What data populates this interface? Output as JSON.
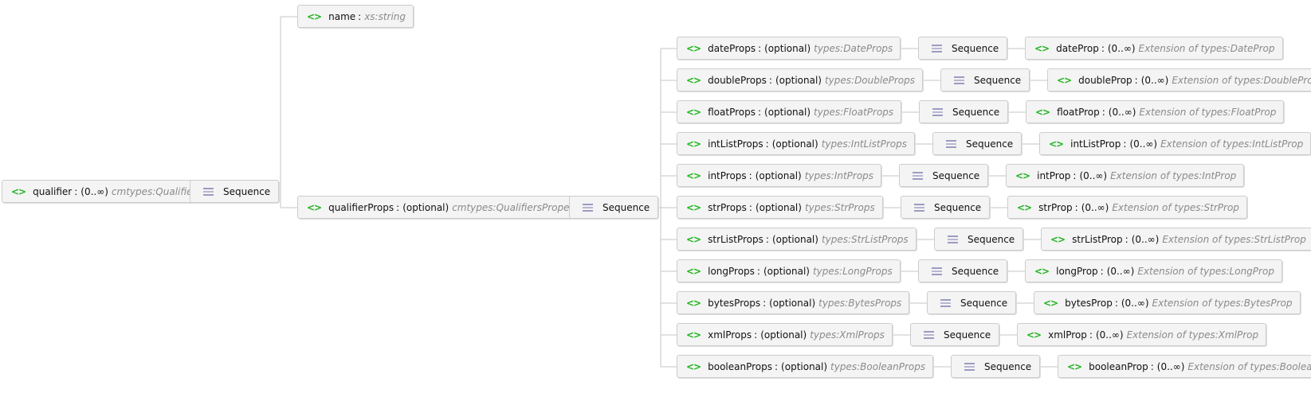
{
  "root": {
    "name": "qualifier",
    "cardinality": "(0..∞)",
    "type": "cmtypes:Qualifier"
  },
  "root_sequence": "Sequence",
  "name_element": {
    "name": "name",
    "cardinality": "",
    "type": "xs:string"
  },
  "props_element": {
    "name": "qualifierProps",
    "cardinality": "(optional)",
    "type": "cmtypes:QualifiersProperties"
  },
  "props_sequence": "Sequence",
  "separator": ":",
  "rows": [
    {
      "props": {
        "name": "dateProps",
        "cardinality": "(optional)",
        "type": "types:DateProps"
      },
      "sequence": "Sequence",
      "child": {
        "name": "dateProp",
        "cardinality": "(0..∞)",
        "type": "Extension of types:DateProp"
      }
    },
    {
      "props": {
        "name": "doubleProps",
        "cardinality": "(optional)",
        "type": "types:DoubleProps"
      },
      "sequence": "Sequence",
      "child": {
        "name": "doubleProp",
        "cardinality": "(0..∞)",
        "type": "Extension of types:DoubleProp"
      }
    },
    {
      "props": {
        "name": "floatProps",
        "cardinality": "(optional)",
        "type": "types:FloatProps"
      },
      "sequence": "Sequence",
      "child": {
        "name": "floatProp",
        "cardinality": "(0..∞)",
        "type": "Extension of types:FloatProp"
      }
    },
    {
      "props": {
        "name": "intListProps",
        "cardinality": "(optional)",
        "type": "types:IntListProps"
      },
      "sequence": "Sequence",
      "child": {
        "name": "intListProp",
        "cardinality": "(0..∞)",
        "type": "Extension of types:IntListProp"
      }
    },
    {
      "props": {
        "name": "intProps",
        "cardinality": "(optional)",
        "type": "types:IntProps"
      },
      "sequence": "Sequence",
      "child": {
        "name": "intProp",
        "cardinality": "(0..∞)",
        "type": "Extension of types:IntProp"
      }
    },
    {
      "props": {
        "name": "strProps",
        "cardinality": "(optional)",
        "type": "types:StrProps"
      },
      "sequence": "Sequence",
      "child": {
        "name": "strProp",
        "cardinality": "(0..∞)",
        "type": "Extension of types:StrProp"
      }
    },
    {
      "props": {
        "name": "strListProps",
        "cardinality": "(optional)",
        "type": "types:StrListProps"
      },
      "sequence": "Sequence",
      "child": {
        "name": "strListProp",
        "cardinality": "(0..∞)",
        "type": "Extension of types:StrListProp"
      }
    },
    {
      "props": {
        "name": "longProps",
        "cardinality": "(optional)",
        "type": "types:LongProps"
      },
      "sequence": "Sequence",
      "child": {
        "name": "longProp",
        "cardinality": "(0..∞)",
        "type": "Extension of types:LongProp"
      }
    },
    {
      "props": {
        "name": "bytesProps",
        "cardinality": "(optional)",
        "type": "types:BytesProps"
      },
      "sequence": "Sequence",
      "child": {
        "name": "bytesProp",
        "cardinality": "(0..∞)",
        "type": "Extension of types:BytesProp"
      }
    },
    {
      "props": {
        "name": "xmlProps",
        "cardinality": "(optional)",
        "type": "types:XmlProps"
      },
      "sequence": "Sequence",
      "child": {
        "name": "xmlProp",
        "cardinality": "(0..∞)",
        "type": "Extension of types:XmlProp"
      }
    },
    {
      "props": {
        "name": "booleanProps",
        "cardinality": "(optional)",
        "type": "types:BooleanProps"
      },
      "sequence": "Sequence",
      "child": {
        "name": "booleanProp",
        "cardinality": "(0..∞)",
        "type": "Extension of types:BooleanProp"
      }
    }
  ],
  "colors": {
    "element_icon": "#1fb51f",
    "connector": "#c4c4c4",
    "node_bg": "#f4f4f4",
    "type_text": "#8a8a8a"
  },
  "icons": {
    "element": "element-icon",
    "sequence": "sequence-icon"
  }
}
